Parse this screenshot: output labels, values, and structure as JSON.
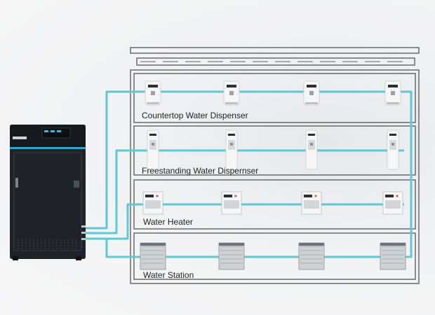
{
  "floors": [
    {
      "id": "floor-1",
      "label": "Countertop Water Dispenser",
      "device": "countertop-dispenser"
    },
    {
      "id": "floor-2",
      "label": "Freestanding Water Dispernser",
      "device": "freestanding-dispenser"
    },
    {
      "id": "floor-3",
      "label": "Water Heater",
      "device": "water-heater"
    },
    {
      "id": "floor-4",
      "label": "Water Station",
      "device": "water-station"
    }
  ],
  "units_per_floor": 4,
  "colors": {
    "pipe": "#5ec8d6",
    "frame": "#555555",
    "cabinet": "#1f2329",
    "cabinet_accent": "#2aa7c9",
    "appliance": "#f6f6f6"
  }
}
